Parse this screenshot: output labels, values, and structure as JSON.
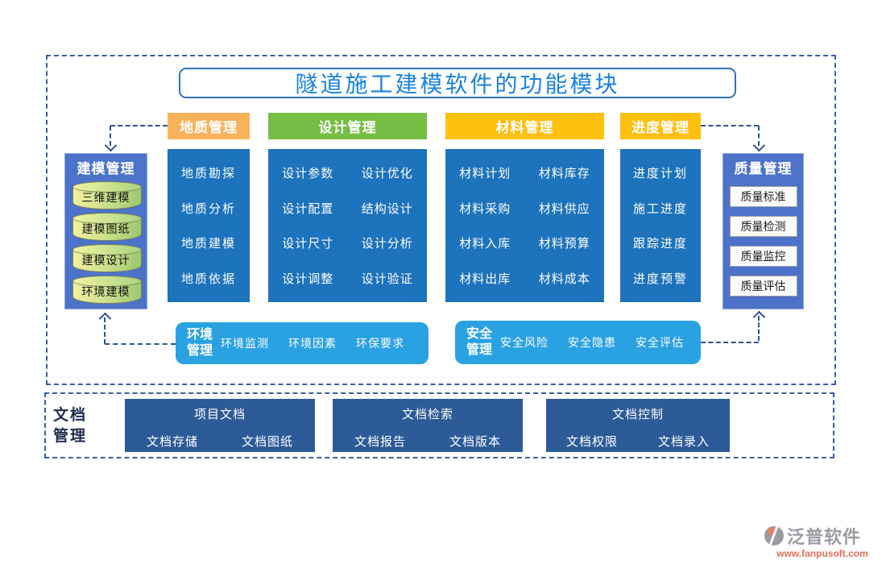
{
  "title": "隧道施工建模软件的功能模块",
  "colors": {
    "header_orange": "#F9B25C",
    "header_green": "#76BE45",
    "header_gold": "#FEC00F",
    "column_blue": "#1D73BC",
    "side_blue": "#4C73C9",
    "pill_blue": "#2AA2E2",
    "doc_navy": "#2D5B98",
    "title_blue": "#1A82DD",
    "title_border": "#2E74B5",
    "dashed_border": "#3A5CA8",
    "cylinder_green": "#9BC96D",
    "cylinder_yellow": "#F1EF9D",
    "logo_gray": "#9B9BA3",
    "logo_orange": "#E0705A"
  },
  "side_left": {
    "title": "建模管理",
    "items": [
      "三维建模",
      "建模图纸",
      "建模设计",
      "环境建模"
    ]
  },
  "side_right": {
    "title": "质量管理",
    "items": [
      "质量标准",
      "质量检测",
      "质量监控",
      "质量评估"
    ]
  },
  "columns": [
    {
      "header": "地质管理",
      "items": [
        "地质勘探",
        "地质分析",
        "地质建模",
        "地质依据"
      ]
    },
    {
      "header": "设计管理",
      "rows": [
        [
          "设计参数",
          "设计优化"
        ],
        [
          "设计配置",
          "结构设计"
        ],
        [
          "设计尺寸",
          "设计分析"
        ],
        [
          "设计调整",
          "设计验证"
        ]
      ]
    },
    {
      "header": "材料管理",
      "rows": [
        [
          "材料计划",
          "材料库存"
        ],
        [
          "材料采购",
          "材料供应"
        ],
        [
          "材料入库",
          "材料预算"
        ],
        [
          "材料出库",
          "材料成本"
        ]
      ]
    },
    {
      "header": "进度管理",
      "items": [
        "进度计划",
        "施工进度",
        "跟踪进度",
        "进度预警"
      ]
    }
  ],
  "env": {
    "title_line1": "环境",
    "title_line2": "管理",
    "items": [
      "环境监测",
      "环境因素",
      "环保要求"
    ]
  },
  "safety": {
    "title_line1": "安全",
    "title_line2": "管理",
    "items": [
      "安全风险",
      "安全隐患",
      "安全评估"
    ]
  },
  "docs": {
    "label_line1": "文档",
    "label_line2": "管理",
    "groups": [
      {
        "header": "项目文档",
        "items": [
          "文档存储",
          "文档图纸"
        ]
      },
      {
        "header": "文档检索",
        "items": [
          "文档报告",
          "文档版本"
        ]
      },
      {
        "header": "文档控制",
        "items": [
          "文档权限",
          "文档录入"
        ]
      }
    ]
  },
  "logo": {
    "name": "泛普软件",
    "url": "www.fanpusoft.com"
  }
}
